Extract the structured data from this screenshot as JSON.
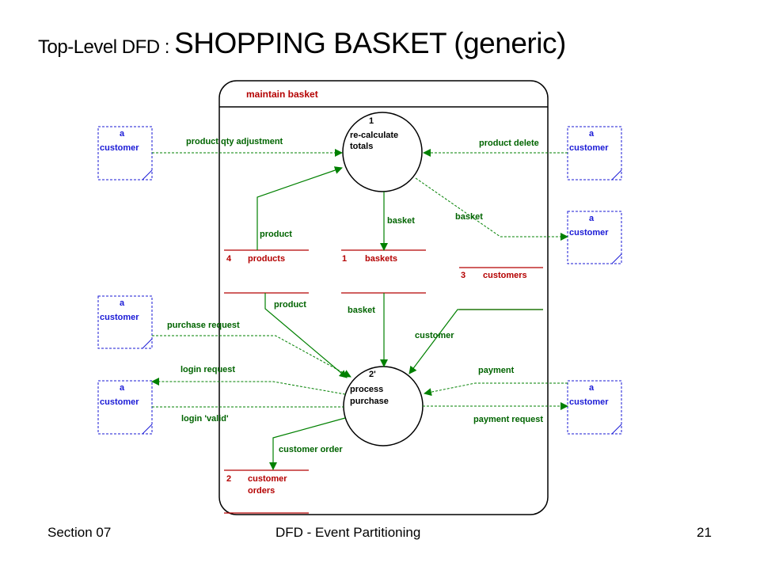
{
  "slide": {
    "title_prefix": "Top-Level DFD : ",
    "title_main": "SHOPPING BASKET (generic)",
    "footer_left": "Section 07",
    "footer_center": "DFD - Event Partitioning",
    "footer_right": "21"
  },
  "diagram": {
    "frame_title": "maintain basket",
    "processes": [
      {
        "number": "1",
        "line1": "re-calculate",
        "line2": "totals"
      },
      {
        "number": "2'",
        "line1": "process",
        "line2": "purchase"
      }
    ],
    "externals": [
      {
        "line1": "a",
        "line2": "customer"
      },
      {
        "line1": "a",
        "line2": "customer"
      },
      {
        "line1": "a",
        "line2": "customer"
      },
      {
        "line1": "a",
        "line2": "customer"
      },
      {
        "line1": "a",
        "line2": "customer"
      },
      {
        "line1": "a",
        "line2": "customer"
      }
    ],
    "datastores": [
      {
        "number": "4",
        "name": "products"
      },
      {
        "number": "1",
        "name": "baskets"
      },
      {
        "number": "3",
        "name": "customers"
      },
      {
        "number": "2",
        "name": "customer",
        "name2": "orders"
      }
    ],
    "flows": [
      "product qty adjustment",
      "product delete",
      "basket",
      "basket",
      "product",
      "product",
      "basket",
      "customer",
      "purchase request",
      "login request",
      "login 'valid'",
      "payment",
      "payment request",
      "customer order"
    ],
    "colors": {
      "flow": "#008000",
      "external": "#1a1ad6",
      "datastore": "#b40000",
      "frame": "#000000"
    }
  }
}
